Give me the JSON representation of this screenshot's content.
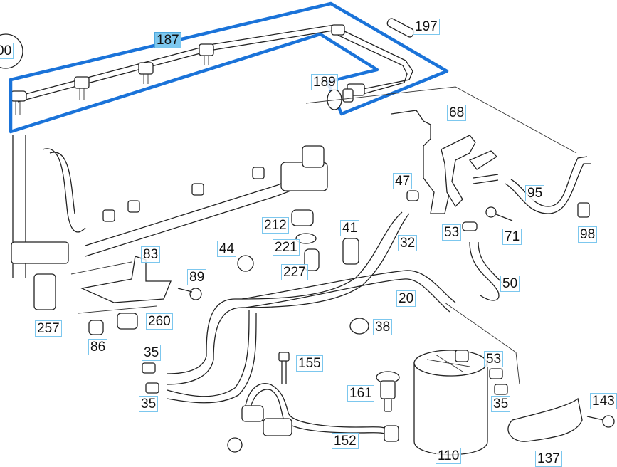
{
  "highlight_color": "#1a73d9",
  "label_border_color": "#7cc7ee",
  "labels": [
    {
      "id": "p00",
      "text": "00"
    },
    {
      "id": "p187",
      "text": "187",
      "highlighted": true
    },
    {
      "id": "p197",
      "text": "197"
    },
    {
      "id": "p189",
      "text": "189"
    },
    {
      "id": "p68",
      "text": "68"
    },
    {
      "id": "p47",
      "text": "47"
    },
    {
      "id": "p95",
      "text": "95"
    },
    {
      "id": "p212",
      "text": "212"
    },
    {
      "id": "p41",
      "text": "41"
    },
    {
      "id": "p53a",
      "text": "53"
    },
    {
      "id": "p71",
      "text": "71"
    },
    {
      "id": "p98",
      "text": "98"
    },
    {
      "id": "p32",
      "text": "32"
    },
    {
      "id": "p221",
      "text": "221"
    },
    {
      "id": "p44",
      "text": "44"
    },
    {
      "id": "p83",
      "text": "83"
    },
    {
      "id": "p227",
      "text": "227"
    },
    {
      "id": "p89",
      "text": "89"
    },
    {
      "id": "p50",
      "text": "50"
    },
    {
      "id": "p20",
      "text": "20"
    },
    {
      "id": "p260",
      "text": "260"
    },
    {
      "id": "p257",
      "text": "257"
    },
    {
      "id": "p38",
      "text": "38"
    },
    {
      "id": "p86",
      "text": "86"
    },
    {
      "id": "p35a",
      "text": "35"
    },
    {
      "id": "p155",
      "text": "155"
    },
    {
      "id": "p53b",
      "text": "53"
    },
    {
      "id": "p161",
      "text": "161"
    },
    {
      "id": "p35b",
      "text": "35"
    },
    {
      "id": "p35c",
      "text": "35"
    },
    {
      "id": "p143",
      "text": "143"
    },
    {
      "id": "p152",
      "text": "152"
    },
    {
      "id": "p110",
      "text": "110"
    },
    {
      "id": "p137",
      "text": "137"
    }
  ]
}
